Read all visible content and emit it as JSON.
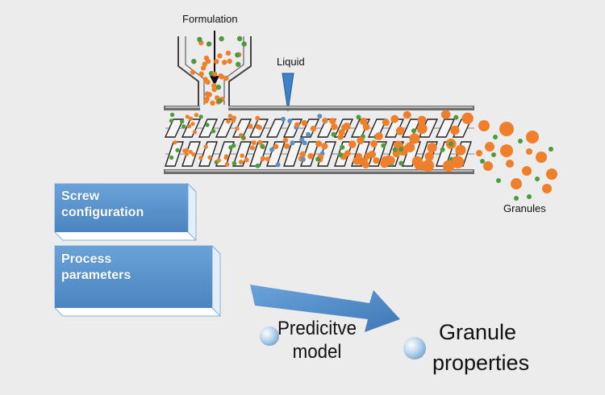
{
  "labels": {
    "formulation": "Formulation",
    "liquid": "Liquid",
    "granules": "Granules",
    "screw_configuration": [
      "Screw",
      "configuration"
    ],
    "process_parameters": [
      "Process",
      "parameters"
    ],
    "predictive_model": [
      "Predicitve",
      "model"
    ],
    "granule_properties": [
      "Granule",
      "properties"
    ]
  },
  "colors": {
    "background": "#ececec",
    "orange_particle": "#f07f2b",
    "green_particle": "#4c9a3c",
    "blue_particle": "#5b8fc7",
    "box_blue": "#5b93cd",
    "arrow_blue": "#4a86c8",
    "barrel_gray": "#6e6e6e"
  }
}
